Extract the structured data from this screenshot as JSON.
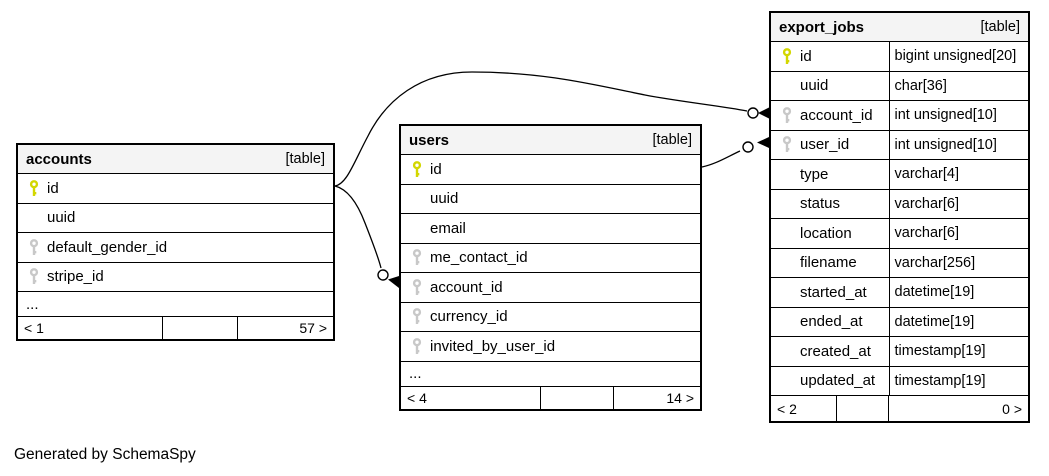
{
  "credit": "Generated by SchemaSpy",
  "colors": {
    "header_bg": "#f4f4f4",
    "border": "#000000",
    "primary_key": "#d3d700",
    "foreign_key": "#c8c8c8",
    "background": "#ffffff"
  },
  "tables": [
    {
      "name": "accounts",
      "badge": "[table]",
      "columns": [
        {
          "name": "id",
          "key": "primary"
        },
        {
          "name": "uuid",
          "key": null
        },
        {
          "name": "default_gender_id",
          "key": "foreign"
        },
        {
          "name": "stripe_id",
          "key": "foreign"
        },
        {
          "name": "...",
          "key": null
        }
      ],
      "footer": {
        "left": "< 1",
        "right": "57 >"
      }
    },
    {
      "name": "users",
      "badge": "[table]",
      "columns": [
        {
          "name": "id",
          "key": "primary"
        },
        {
          "name": "uuid",
          "key": null
        },
        {
          "name": "email",
          "key": null
        },
        {
          "name": "me_contact_id",
          "key": "foreign"
        },
        {
          "name": "account_id",
          "key": "foreign"
        },
        {
          "name": "currency_id",
          "key": "foreign"
        },
        {
          "name": "invited_by_user_id",
          "key": "foreign"
        },
        {
          "name": "...",
          "key": null
        }
      ],
      "footer": {
        "left": "< 4",
        "right": "14 >"
      }
    },
    {
      "name": "export_jobs",
      "badge": "[table]",
      "columns": [
        {
          "name": "id",
          "key": "primary",
          "type": "bigint unsigned[20]"
        },
        {
          "name": "uuid",
          "key": null,
          "type": "char[36]"
        },
        {
          "name": "account_id",
          "key": "foreign",
          "type": "int unsigned[10]"
        },
        {
          "name": "user_id",
          "key": "foreign",
          "type": "int unsigned[10]"
        },
        {
          "name": "type",
          "key": null,
          "type": "varchar[4]"
        },
        {
          "name": "status",
          "key": null,
          "type": "varchar[6]"
        },
        {
          "name": "location",
          "key": null,
          "type": "varchar[6]"
        },
        {
          "name": "filename",
          "key": null,
          "type": "varchar[256]"
        },
        {
          "name": "started_at",
          "key": null,
          "type": "datetime[19]"
        },
        {
          "name": "ended_at",
          "key": null,
          "type": "datetime[19]"
        },
        {
          "name": "created_at",
          "key": null,
          "type": "timestamp[19]"
        },
        {
          "name": "updated_at",
          "key": null,
          "type": "timestamp[19]"
        }
      ],
      "footer": {
        "left": "< 2",
        "right": "0 >"
      }
    }
  ],
  "relationships": [
    {
      "from": "accounts.id",
      "to": "users.account_id"
    },
    {
      "from": "accounts.id",
      "to": "export_jobs.account_id"
    },
    {
      "from": "users.id",
      "to": "export_jobs.user_id"
    }
  ]
}
